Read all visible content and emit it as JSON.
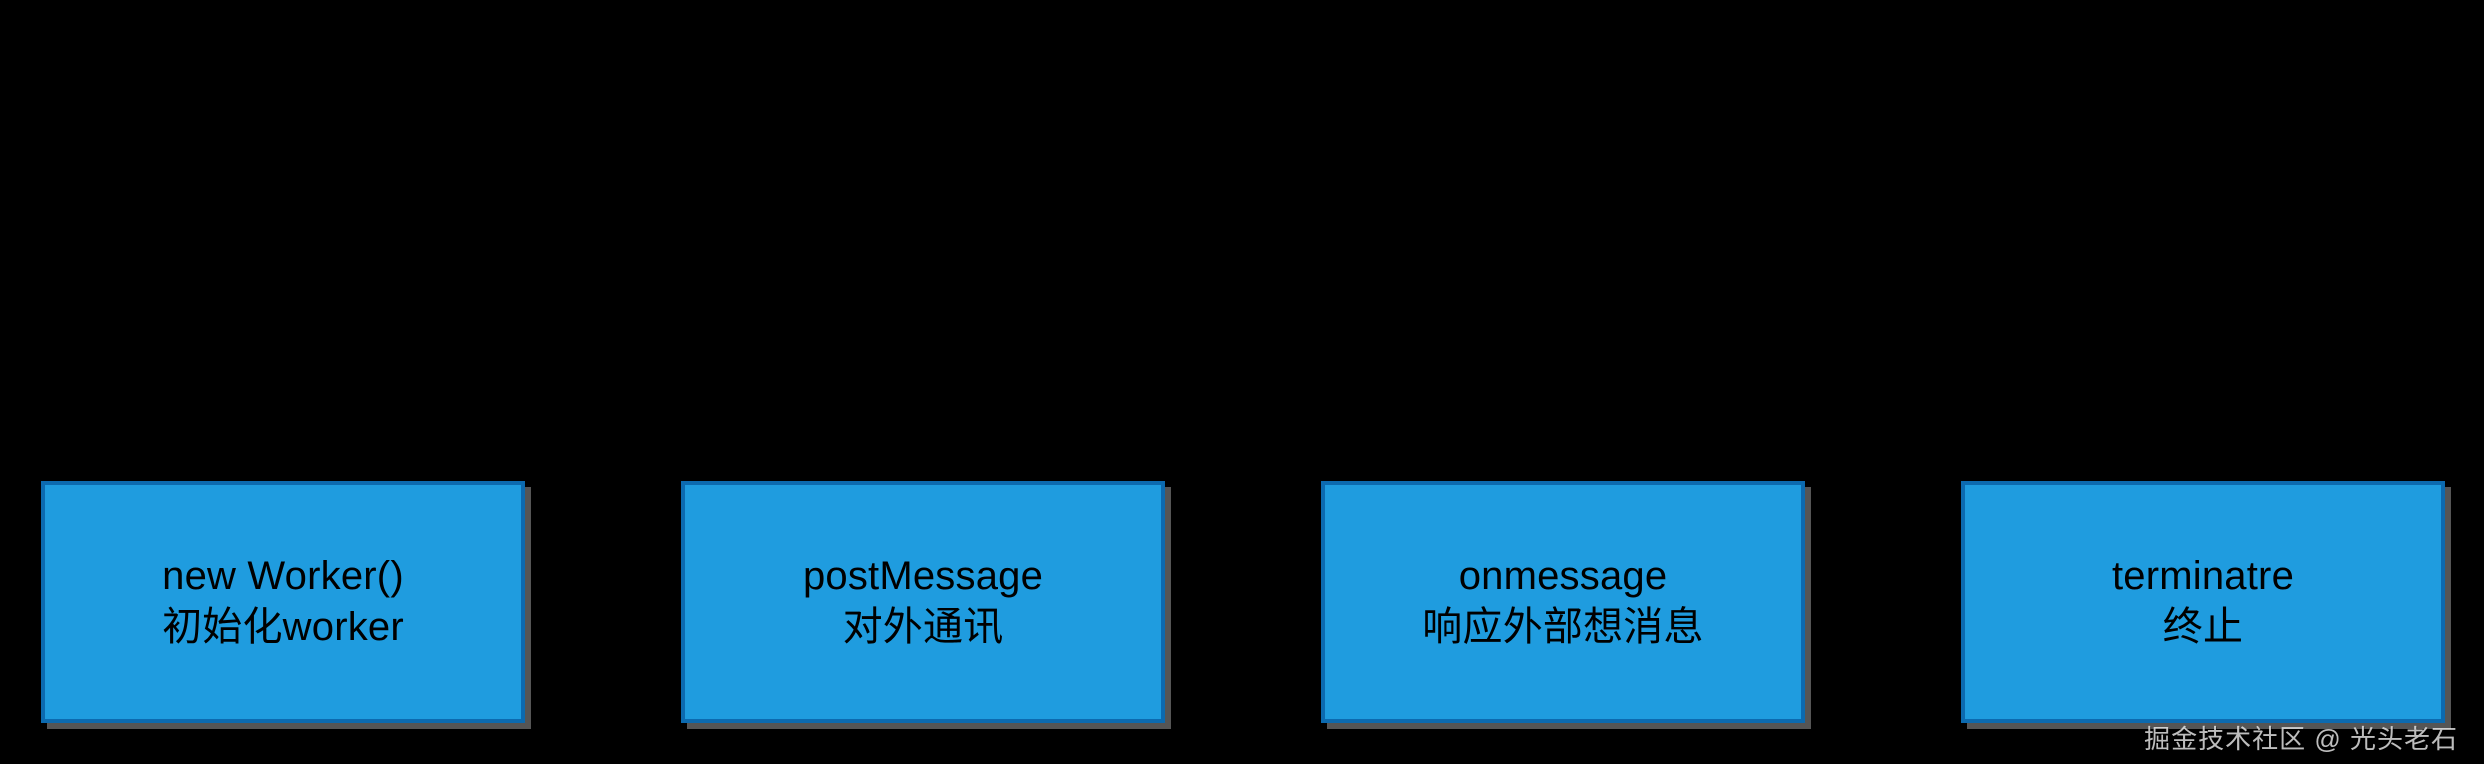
{
  "diagram": {
    "background_color": "#000000",
    "node_fill_color": "#1f9cdf",
    "node_border_color": "#0c6aaf",
    "node_shadow_color": "#555555",
    "node_text_color": "#000000",
    "nodes": [
      {
        "id": "new-worker",
        "primary": "new Worker()",
        "secondary": "初始化worker"
      },
      {
        "id": "post-message",
        "primary": "postMessage",
        "secondary": "对外通讯"
      },
      {
        "id": "onmessage",
        "primary": "onmessage",
        "secondary": "响应外部想消息"
      },
      {
        "id": "terminate",
        "primary": "terminatre",
        "secondary": "终止"
      }
    ]
  },
  "watermark": {
    "text": "掘金技术社区 @ 光头老石",
    "color": "#ececec"
  }
}
